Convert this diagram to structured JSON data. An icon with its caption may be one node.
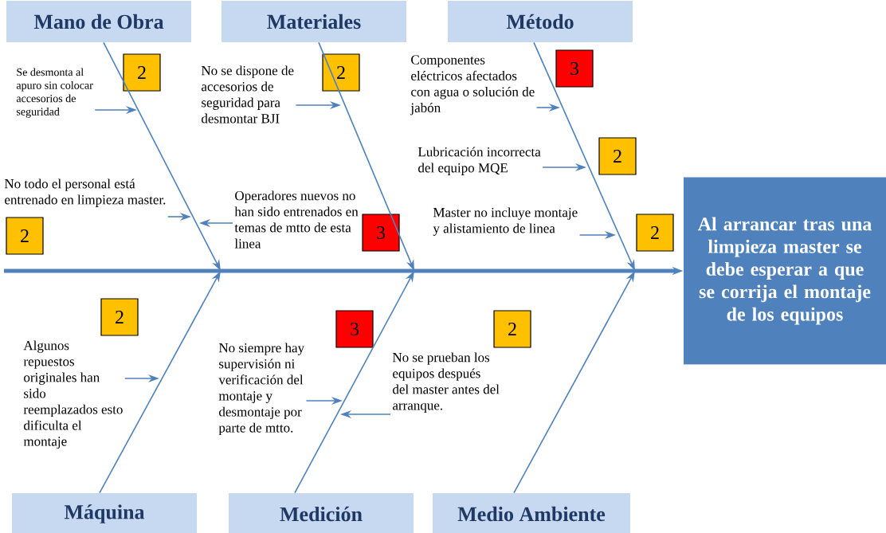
{
  "diagram": {
    "nodes": [
      {
        "text": [
          "Al arrancar tras una limpieza master se debe esperar a que se corrija el montaje de los equipos"
        ]
      },
      {
        "text": [
          "Mano de Obra"
        ]
      },
      {
        "text": [
          "Materiales"
        ]
      },
      {
        "text": [
          "Método"
        ]
      },
      {
        "text": [
          "Máquina"
        ]
      },
      {
        "text": [
          "Medición"
        ]
      },
      {
        "text": [
          "Medio Ambiente"
        ]
      },
      {
        "text": [
          "Se desmonta al apuro sin colocar accesorios de seguridad"
        ]
      },
      {
        "text": [
          "No todo el personal está entrenado en limpieza master."
        ]
      },
      {
        "text": [
          "No se dispone de accesorios de seguridad para desmontar BJI"
        ]
      },
      {
        "text": [
          "Operadores nuevos no han sido entrenados en temas de mtto de esta linea"
        ]
      },
      {
        "text": [
          "Componentes eléctricos afectados con agua o solución de jabón"
        ]
      },
      {
        "text": [
          "Lubricación incorrecta del equipo MQE"
        ]
      },
      {
        "text": [
          "Master no incluye montaje y alistamiento de linea"
        ]
      },
      {
        "text": [
          "Algunos repuestos originales han sido reemplazados esto dificulta el montaje"
        ]
      },
      {
        "text": [
          "No siempre hay supervisión ni verificación del montaje y desmontaje por parte de mtto."
        ]
      },
      {
        "text": [
          "No se prueban los equipos después del master antes del arranque."
        ]
      },
      {
        "text": [
          "2"
        ]
      },
      {
        "text": [
          "2"
        ]
      },
      {
        "text": [
          "2"
        ]
      },
      {
        "text": [
          "3"
        ]
      },
      {
        "text": [
          "3"
        ]
      },
      {
        "text": [
          "2"
        ]
      },
      {
        "text": [
          "2"
        ]
      },
      {
        "text": [
          "2"
        ]
      },
      {
        "text": [
          "3"
        ]
      },
      {
        "text": [
          "2"
        ]
      }
    ],
    "edges": [
      {
        "from": null,
        "to": 0,
        "arrow": "to",
        "style": "thick"
      },
      {
        "from": 1,
        "to": null,
        "arrow": "to"
      },
      {
        "from": 2,
        "to": null,
        "arrow": "to"
      },
      {
        "from": 3,
        "to": null,
        "arrow": "to"
      },
      {
        "from": 4,
        "to": null,
        "arrow": "to"
      },
      {
        "from": 5,
        "to": null,
        "arrow": "to"
      },
      {
        "from": 6,
        "to": null,
        "arrow": "to"
      },
      {
        "from": 7,
        "to": null,
        "arrow": "to"
      },
      {
        "from": 8,
        "to": null,
        "arrow": "to"
      },
      {
        "from": 9,
        "to": null,
        "arrow": "to"
      },
      {
        "from": 10,
        "to": null,
        "arrow": "to"
      },
      {
        "from": 11,
        "to": null,
        "arrow": "to"
      },
      {
        "from": 12,
        "to": null,
        "arrow": "to"
      },
      {
        "from": 13,
        "to": null,
        "arrow": "to"
      },
      {
        "from": 14,
        "to": null,
        "arrow": "to"
      },
      {
        "from": 15,
        "to": null,
        "arrow": "to"
      },
      {
        "from": 16,
        "to": null,
        "arrow": "to"
      }
    ]
  }
}
